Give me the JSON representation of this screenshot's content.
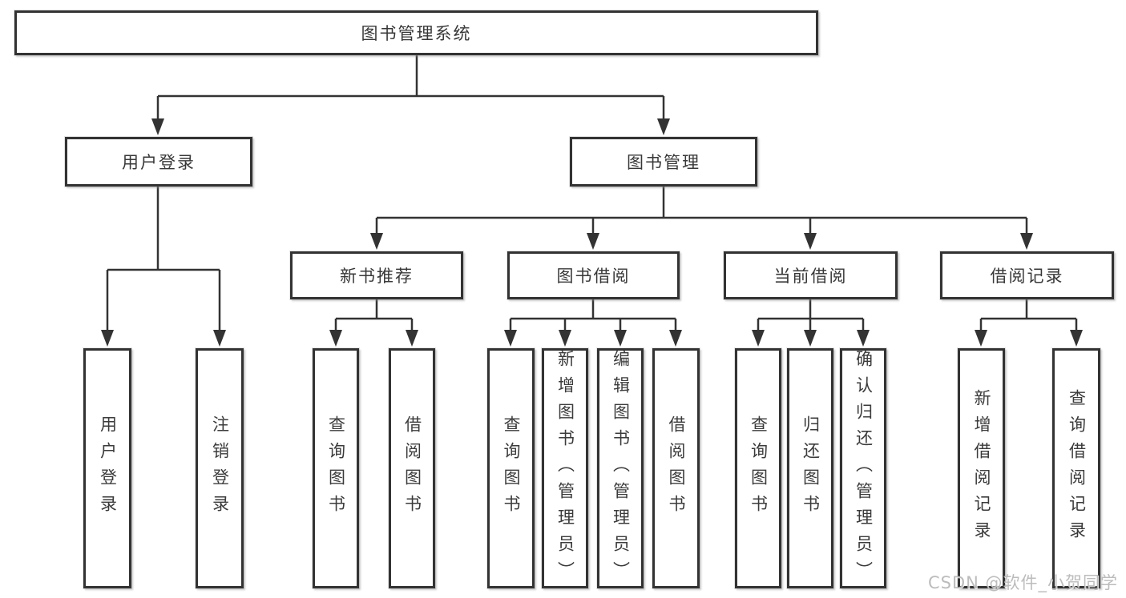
{
  "tree": {
    "label": "图书管理系统",
    "children": [
      {
        "label": "用户登录",
        "children": [
          {
            "label": "用户登录"
          },
          {
            "label": "注销登录"
          }
        ]
      },
      {
        "label": "图书管理",
        "children": [
          {
            "label": "新书推荐",
            "children": [
              {
                "label": "查询图书"
              },
              {
                "label": "借阅图书"
              }
            ]
          },
          {
            "label": "图书借阅",
            "children": [
              {
                "label": "查询图书"
              },
              {
                "label": "新增图书（管理员）"
              },
              {
                "label": "编辑图书（管理员）"
              },
              {
                "label": "借阅图书"
              }
            ]
          },
          {
            "label": "当前借阅",
            "children": [
              {
                "label": "查询图书"
              },
              {
                "label": "归还图书"
              },
              {
                "label": "确认归还（管理员）"
              }
            ]
          },
          {
            "label": "借阅记录",
            "children": [
              {
                "label": "新增借阅记录"
              },
              {
                "label": "查询借阅记录"
              }
            ]
          }
        ]
      }
    ]
  },
  "watermark": {
    "text": "CSDN @软件_小贺同学"
  },
  "colors": {
    "line": "#333333",
    "box_border": "#333333",
    "text": "#3b3b3b",
    "background": "#ffffff",
    "watermark": "#b8b8b8"
  }
}
